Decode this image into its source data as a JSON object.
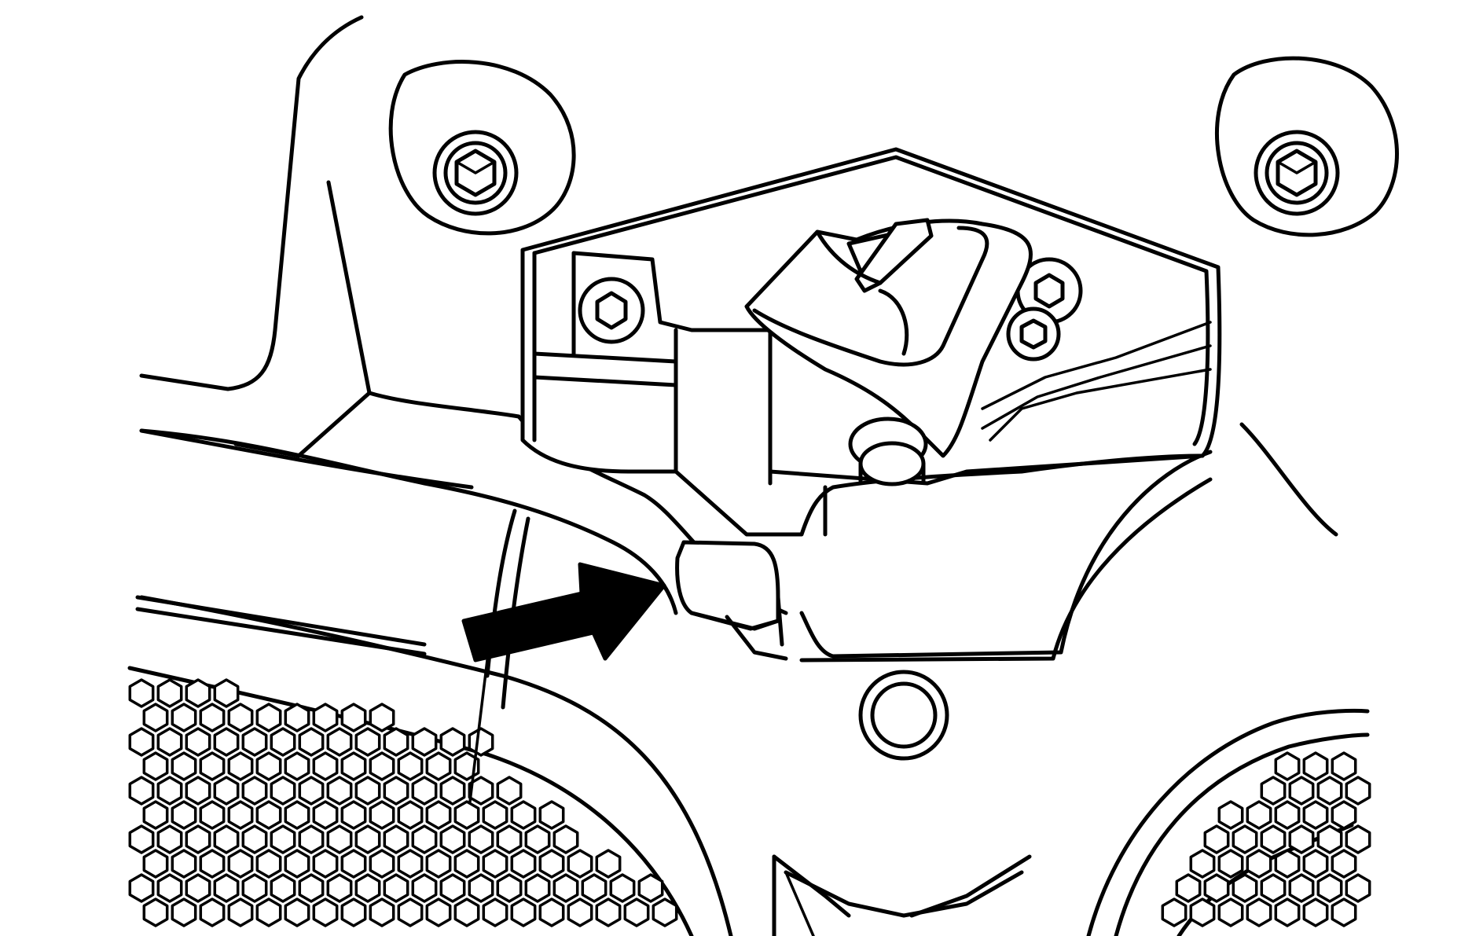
{
  "diagram": {
    "type": "line-illustration",
    "colors": {
      "ink": "#000000",
      "paper": "#ffffff"
    },
    "callouts": [
      {
        "kind": "arrow",
        "icon": "arrow-icon",
        "points_to": "release-tab"
      }
    ],
    "parts": [
      "tailgate-latch-panel",
      "release-handle",
      "release-tab",
      "left-bumper-stop",
      "right-bumper-stop",
      "left-speaker-grille",
      "right-speaker-grille"
    ]
  }
}
